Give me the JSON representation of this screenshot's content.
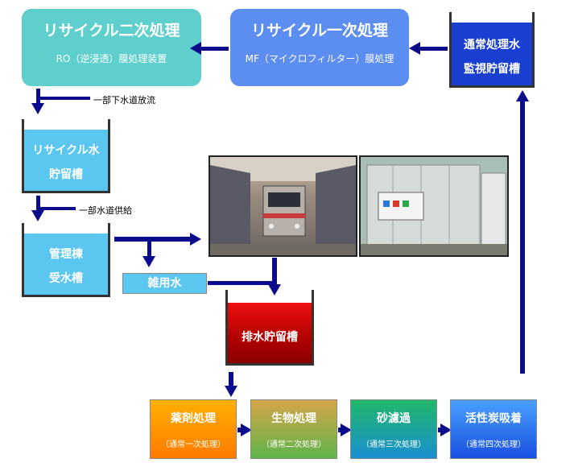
{
  "recycle2": {
    "title": "リサイクル二次処理",
    "sub": "RO（逆浸透）膜処理装置"
  },
  "recycle1": {
    "title": "リサイクル一次処理",
    "sub": "MF（マイクロフィルター）膜処理"
  },
  "monitor_tank": {
    "line1": "通常処理水",
    "line2": "監視貯留槽"
  },
  "note_sewer": "一部下水道放流",
  "recycle_tank": {
    "line1": "リサイクル水",
    "line2": "貯留槽"
  },
  "note_water_supply": "一部水道供給",
  "admin_tank": {
    "line1": "管理棟",
    "line2": "受水槽"
  },
  "misc_water": "雑用水",
  "drain_tank": "排水貯留槽",
  "steps": [
    {
      "title": "薬剤処理",
      "sub": "（通常一次処理）"
    },
    {
      "title": "生物処理",
      "sub": "（通常二次処理）"
    },
    {
      "title": "砂濾過",
      "sub": "（通常三次処理）"
    },
    {
      "title": "活性炭吸着",
      "sub": "（通常四次処理）"
    }
  ],
  "colors": {
    "arrow": "#0b0b8c",
    "teal": "#5ecfcc",
    "blue": "#5b8ef0",
    "water": "#5bc6f0",
    "drain_red": "#d40000"
  }
}
